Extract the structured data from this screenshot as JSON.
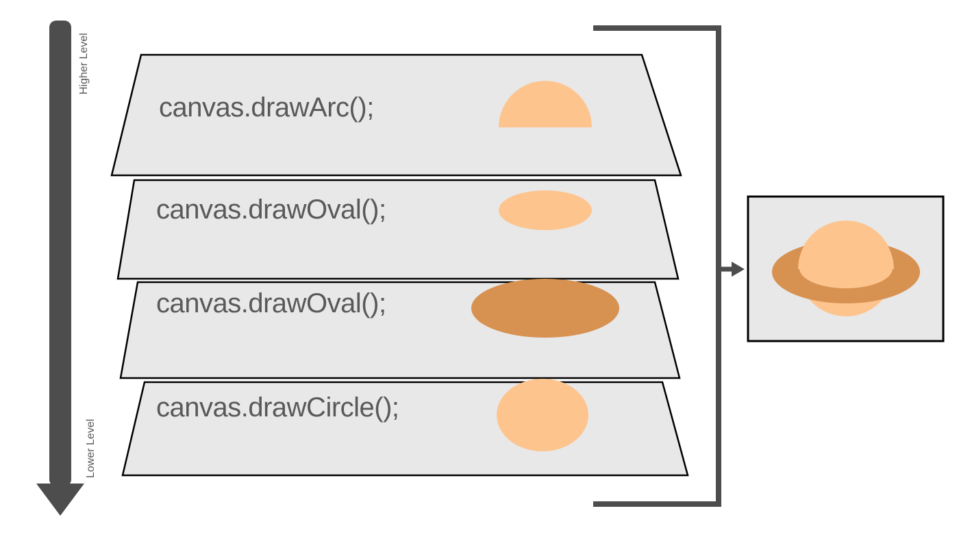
{
  "level_axis": {
    "top_label": "Higher Level",
    "bottom_label": "Lower Level"
  },
  "layers": [
    {
      "code": "canvas.drawArc();",
      "shape": "arc-semicircle",
      "color": "#FDC48E"
    },
    {
      "code": "canvas.drawOval();",
      "shape": "oval",
      "color": "#FDC48E"
    },
    {
      "code": "canvas.drawOval();",
      "shape": "oval",
      "color": "#D79150"
    },
    {
      "code": "canvas.drawCircle();",
      "shape": "circle",
      "color": "#FDC48E"
    }
  ],
  "result_icon": "saturn-planet",
  "colors": {
    "shape_light": "#FDC48E",
    "shape_dark": "#D79150",
    "layer_fill": "#E8E8E8",
    "layer_border": "#000000",
    "connector": "#4D4D4D",
    "code_text": "#595959"
  }
}
